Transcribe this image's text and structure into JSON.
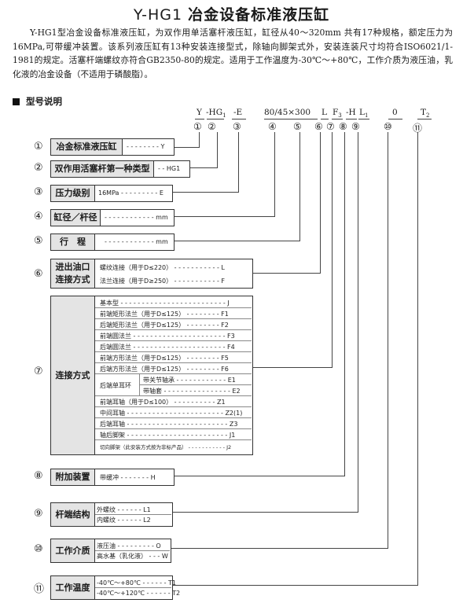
{
  "title": {
    "latin": "Y-HG1",
    "chinese": "冶金设备标准液压缸"
  },
  "intro": "Y-HG1型冶金设备标准液压缸，为双作用单活塞杆液压缸，缸径从40～320mm 共有17种规格，额定压力为16MPa,可带缓冲装置。该系列液压缸有13种安装连接型式，除轴向脚架式外，安装连装尺寸均符合ISO6021/1-1981的规定。活塞杆端螺纹亦符合GB2350-80的规定。适用于工作温度为-30℃～+80℃，工作介质为液压油，乳化液的冶金设备（不适用于磷酸脂）。",
  "section_title": "型号说明",
  "code_parts": {
    "p1": "Y",
    "p2": "-HG",
    "p2sub": "1",
    "p3": "-E",
    "p4": "80/45×300",
    "p5": "L",
    "p6": "F",
    "p6sub": "3",
    "p7": "-H",
    "p8": "L",
    "p8sub": "1",
    "p9": "0",
    "p10": "T",
    "p10sub": "2"
  },
  "circle_numbers": [
    "①",
    "②",
    "③",
    "④",
    "⑤",
    "⑥",
    "⑦",
    "⑧",
    "⑨",
    "⑩",
    "⑪"
  ],
  "rows": [
    {
      "label": "冶金标准液压缸",
      "options": [
        {
          "text": "Y"
        }
      ]
    },
    {
      "label": "双作用活塞杆第一种类型",
      "options": [
        {
          "text": "HG1"
        }
      ]
    },
    {
      "label": "压力级别",
      "options": [
        {
          "text": "16MPa",
          "code": "E"
        }
      ]
    },
    {
      "label": "缸径／杆径",
      "options": [
        {
          "text": "",
          "code": "mm"
        }
      ]
    },
    {
      "label": "行　程",
      "options": [
        {
          "text": "",
          "code": "mm"
        }
      ]
    },
    {
      "label": "进出油口\n连接方式",
      "options": [
        {
          "text": "螺纹连接（用于D≤220）",
          "code": "L"
        },
        {
          "text": "法兰连接（用于D≥250）",
          "code": "F"
        }
      ]
    },
    {
      "label": "连接方式",
      "options": [
        {
          "text": "基本型",
          "code": "J"
        },
        {
          "text": "前端矩形法兰（用于D≤125）",
          "code": "F1"
        },
        {
          "text": "后端矩形法兰（用于D≤125）",
          "code": "F2"
        },
        {
          "text": "前端圆法兰",
          "code": "F3"
        },
        {
          "text": "后端圆法兰",
          "code": "F4"
        },
        {
          "text": "前端方形法兰（用于D≤125）",
          "code": "F5"
        },
        {
          "text": "后端方形法兰（用于D≤125）",
          "code": "F6"
        },
        {
          "group": "后端单耳环",
          "text": "带关节轴承",
          "code": "E1"
        },
        {
          "text": "带轴套",
          "code": "E2"
        },
        {
          "text": "前端耳轴（用于D≤100）",
          "code": "Z1"
        },
        {
          "text": "中间耳轴",
          "code": "Z2(1)"
        },
        {
          "text": "后端耳轴",
          "code": "Z3"
        },
        {
          "text": "轴后脚架",
          "code": "J1"
        },
        {
          "text": "切向脚架（此安装方式按为非标产品）",
          "code": "J2"
        }
      ]
    },
    {
      "label": "附加装置",
      "options": [
        {
          "text": "带缓冲",
          "code": "H"
        }
      ]
    },
    {
      "label": "杆端结构",
      "options": [
        {
          "text": "外螺纹",
          "code": "L1"
        },
        {
          "text": "内螺纹",
          "code": "L2"
        }
      ]
    },
    {
      "label": "工作介质",
      "options": [
        {
          "text": "液压油",
          "code": "O"
        },
        {
          "text": "高水基（乳化液）",
          "code": "W"
        }
      ]
    },
    {
      "label": "工作温度",
      "options": [
        {
          "text": "-40℃～+80℃",
          "code": "T1"
        },
        {
          "text": "-40℃～+120℃",
          "code": "T2"
        }
      ]
    }
  ]
}
